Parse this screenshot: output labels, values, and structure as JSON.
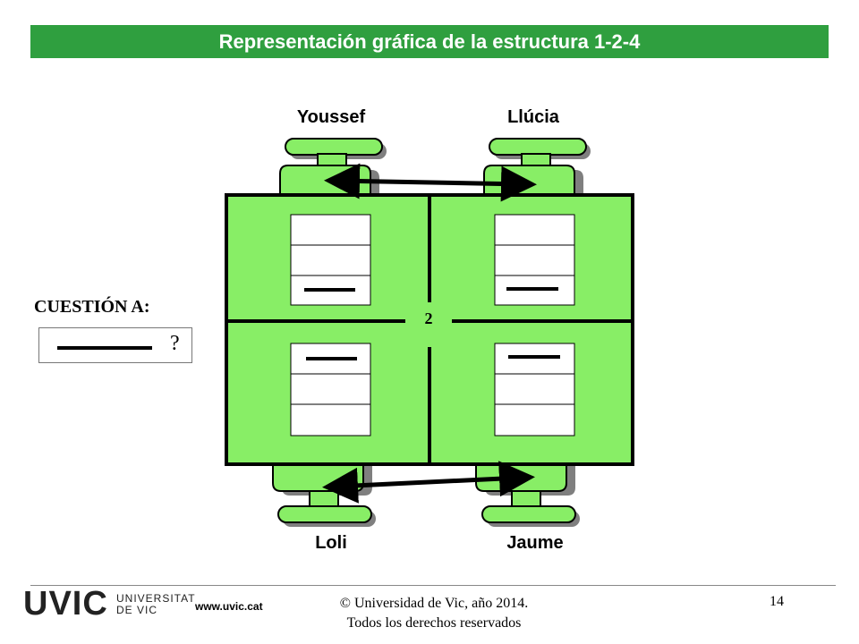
{
  "title": "Representación gráfica de la estructura  1-2-4",
  "names": {
    "top_left": "Youssef",
    "top_right": "Llúcia",
    "bottom_left": "Loli",
    "bottom_right": "Jaume"
  },
  "center_number": "2",
  "question": {
    "label": "CUESTIÓN A:",
    "mark": "?"
  },
  "footer": {
    "logo_text": "UVIC",
    "logo_sub": "UNIVERSITAT DE VIC",
    "url": "www.uvic.cat",
    "copyright_line1": "© Universidad de Vic, año 2014.",
    "copyright_line2": "Todos los derechos reservados",
    "page_number": "14"
  },
  "colors": {
    "title_bg": "#2f9f3f",
    "table_green": "#88ee66",
    "chair_green": "#88ee66",
    "chair_shadow": "#7f7f7f"
  }
}
